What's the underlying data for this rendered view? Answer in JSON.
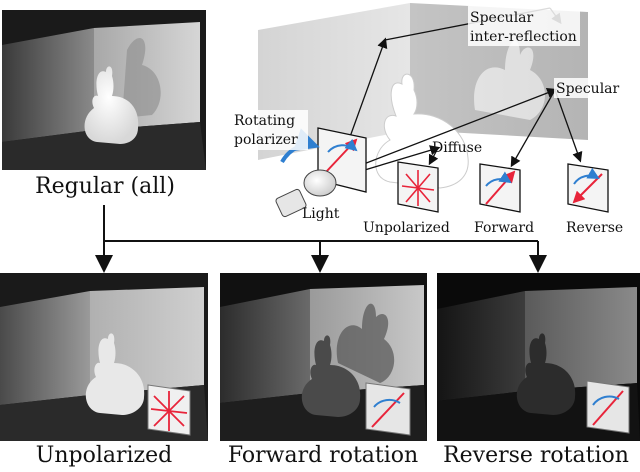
{
  "figure": {
    "top_left_caption": "Regular (all)",
    "diagram": {
      "specular_interreflection_line1": "Specular",
      "specular_interreflection_line2": "inter-reflection",
      "specular": "Specular",
      "rotating_polarizer_line1": "Rotating",
      "rotating_polarizer_line2": "polarizer",
      "diffuse": "Diffuse",
      "light": "Light",
      "unpolarized": "Unpolarized",
      "forward": "Forward",
      "reverse": "Reverse"
    },
    "bottom_captions": {
      "unpolarized": "Unpolarized",
      "forward": "Forward rotation",
      "reverse": "Reverse rotation"
    }
  },
  "colors": {
    "arrow_red": "#e8243a",
    "arrow_blue": "#2f7fd0"
  }
}
